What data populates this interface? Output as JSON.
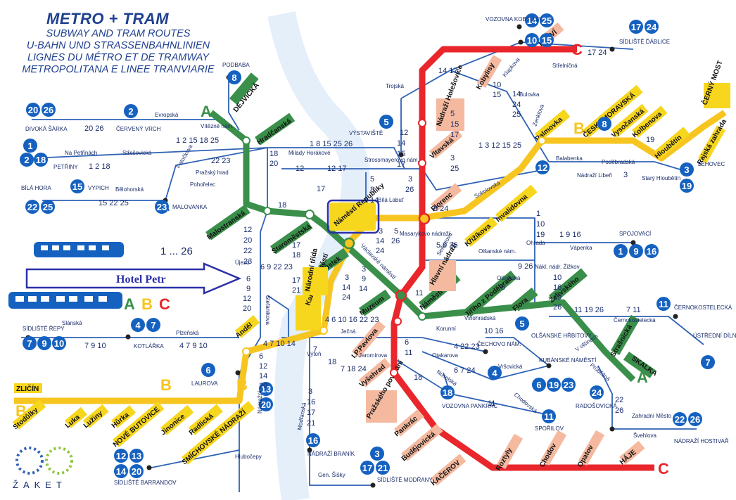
{
  "title": {
    "main": "METRO + TRAM",
    "subs": [
      "SUBWAY AND TRAM ROUTES",
      "U-BAHN UND STRASSENBAHNLINIEN",
      "LIGNES DU MÉTRO ET DE TRAMWAY",
      "METROPOLITANA E LINEE TRANVIARIE"
    ]
  },
  "legend": {
    "tram_range": "1 ... 26",
    "metro_letters": [
      "A",
      "B",
      "C"
    ]
  },
  "hotel_label": "Hotel Petr",
  "colors": {
    "line_a": "#3a8f4a",
    "line_b": "#f7c520",
    "line_c": "#e8262b",
    "tram": "#2f62b5",
    "badge": "#1561c0",
    "hotel": "#2b30a8"
  },
  "metro_green": [
    "DEJVICKÁ",
    "Hradčanská",
    "Malostranská",
    "Staroměstská",
    "Můstek",
    "Muzeum",
    "Náměstí Míru",
    "Jiřího z Poděbrad",
    "Flora",
    "Želivského",
    "Strašnická",
    "SKALKA"
  ],
  "metro_yellow": [
    "ZLIČÍN",
    "Stodůlky",
    "Luka",
    "Lužiny",
    "Hůrka",
    "NOVÉ BUTOVICE",
    "Jinonice",
    "Radlická",
    "SMÍCHOVSKÉ NÁDRAŽÍ",
    "Anděl",
    "Karlovo náměstí",
    "Národní třída",
    "Náměstí Republiky",
    "Křižíkova",
    "Invalidovna",
    "Palmovka",
    "ČESKOMORAVSKÁ",
    "Vysočanská",
    "Kolbenova",
    "Hloubětín",
    "Rajská zahrada",
    "ČERNÝ MOST"
  ],
  "metro_red": [
    "LÁDVÍ",
    "Kobylisy",
    "Nádraží Holešovice",
    "Vltavská",
    "Florenc",
    "Hlavní nádraží",
    "I.P.Pavlova",
    "Vyšehrad",
    "Pražského povstání",
    "Pankrác",
    "Budějovická",
    "KAČEROV",
    "Roztyly",
    "Chodov",
    "Opatov",
    "HÁJE"
  ],
  "tram_stops": [
    "PODBABA",
    "DIVOKÁ ŠÁRKA",
    "ČERVENÝ VRCH",
    "PETŘINY",
    "BÍLÁ HORA",
    "VYPICH",
    "MALOVANKA",
    "SÍDLIŠTĚ ŘEPY",
    "KOTLÁŘKA",
    "LAUROVA",
    "SÍDLIŠTĚ BARRANDOV",
    "NÁDRAŽÍ BRANÍK",
    "SÍDLIŠTĚ MODŘANY",
    "VOZOVNA PANKRÁC",
    "SPOŘILOV",
    "KUBÁNSKÉ NÁMĚSTÍ",
    "RADOŠOVICKÁ",
    "NÁDRAŽÍ HOSTIVAŘ",
    "ČERNOKOSTELECKÁ",
    "ÚSTŘEDNÍ DÍLNY DP",
    "SPOJOVACÍ",
    "LEHOVEC",
    "SÍDLIŠTĚ ĎÁBLICE",
    "VOZOVNA KOBYLISY",
    "VÝSTAVIŠTĚ",
    "OLŠANSKÉ HŘBITOVY",
    "ČECHOVO NÁM."
  ],
  "street_labels": [
    "Evropská",
    "Na Petřinách",
    "Střešovická",
    "Bělohorská",
    "Patočkova",
    "Milady Horákové",
    "Pohořelec",
    "Pražský hrad",
    "Vítězné nám.",
    "Trojská",
    "Klapkova",
    "Bulovka",
    "Strossmayerovo nám.",
    "Bílá Labuť",
    "Masarykovo nádraží",
    "Sokolovská",
    "Zenklova",
    "Balabenka",
    "Poděbradská",
    "Nádraží Libeň",
    "Starý Hloubětín",
    "Střelničná",
    "Ohrada",
    "Vápenka",
    "Nákl. nádr. Žižkov",
    "Olšanské nám.",
    "Olšanská",
    "Vinohradská",
    "Korunní",
    "Seifertova",
    "Václavské náměstí",
    "Ječná",
    "Jaromírova",
    "Otakarova",
    "Vršovická",
    "Nuselská",
    "Chodovská",
    "Průběžná",
    "Zahradní Město",
    "Švehlova",
    "V olšinách",
    "Černokostelecká",
    "Újezd",
    "Štefánikova",
    "Plzeňská",
    "Slánská",
    "Nádražní",
    "Hlubočepy",
    "Výtoň",
    "Modřanská",
    "Gen. Šišky"
  ],
  "badges": [
    "8",
    "20",
    "26",
    "2",
    "1",
    "2",
    "18",
    "15",
    "22",
    "25",
    "23",
    "5",
    "14",
    "25",
    "10",
    "15",
    "17",
    "24",
    "8",
    "12",
    "3",
    "19",
    "1",
    "9",
    "16",
    "5",
    "11",
    "7",
    "4",
    "7",
    "7",
    "9",
    "10",
    "6",
    "13",
    "20",
    "12",
    "13",
    "14",
    "20",
    "16",
    "3",
    "17",
    "21",
    "18",
    "4",
    "6",
    "19",
    "23",
    "24",
    "11",
    "22",
    "26"
  ]
}
